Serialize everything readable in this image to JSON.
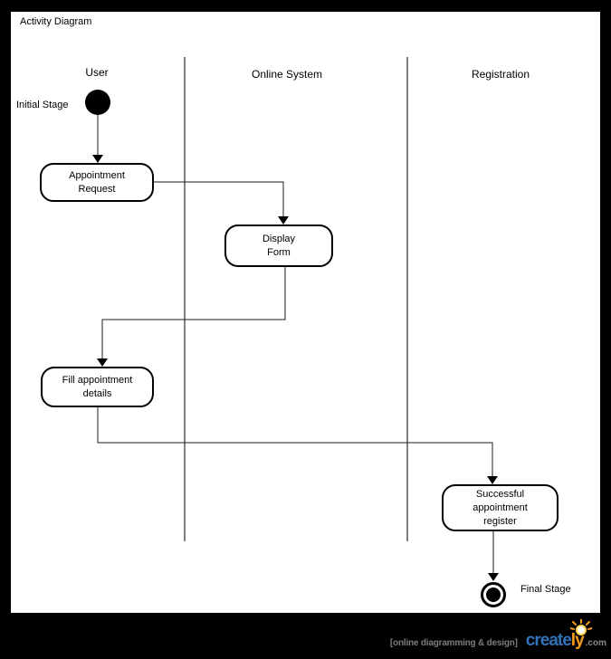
{
  "title": "Activity Diagram",
  "lanes": [
    {
      "label": "User"
    },
    {
      "label": "Online System"
    },
    {
      "label": "Registration"
    }
  ],
  "markers": {
    "initial": {
      "label": "Initial Stage"
    },
    "final": {
      "label": "Final Stage"
    }
  },
  "activities": [
    {
      "id": "appointment-request",
      "label": "Appointment\nRequest"
    },
    {
      "id": "display-form",
      "label": "Display\nForm"
    },
    {
      "id": "fill-appointment-details",
      "label": "Fill appointment\ndetails"
    },
    {
      "id": "successful-appointment-register",
      "label": "Successful\nappointment\nregister"
    }
  ],
  "flow": [
    "Initial Stage -> Appointment Request",
    "Appointment Request -> Display Form",
    "Display Form -> Fill appointment details",
    "Fill appointment details -> Successful appointment register",
    "Successful appointment register -> Final Stage"
  ],
  "footer": {
    "tagline": "[online diagramming & design]",
    "brand_primary": "create",
    "brand_accent": "ly",
    "brand_domain": ".com"
  },
  "colors": {
    "frame": "#000000",
    "canvas": "#ffffff",
    "shape_stroke": "#000000",
    "connector": "#1c1c1c",
    "brand_blue": "#3273b8",
    "brand_orange": "#f49c1c",
    "tagline_gray": "#7d7d7d"
  }
}
